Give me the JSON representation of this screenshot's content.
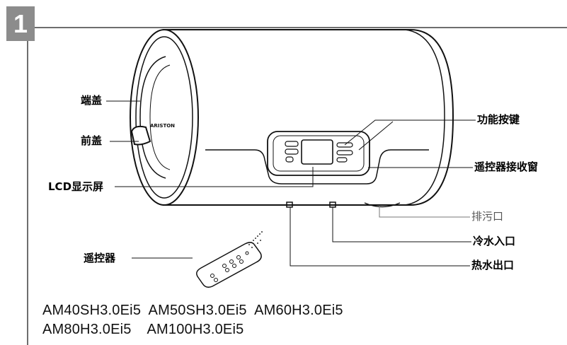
{
  "step_number": "1",
  "components": {
    "end_cap": "端盖",
    "front_cover": "前盖",
    "lcd_screen": "LCD显示屏",
    "remote": "遥控器",
    "function_keys": "功能按键",
    "remote_receiver": "遥控器接收窗",
    "drain_outlet": "排污口",
    "cold_water_inlet": "冷水入口",
    "hot_water_outlet": "热水出口"
  },
  "brand_logo": "ARISTON",
  "models": {
    "line1": "AM40SH3.0Ei5  AM50SH3.0Ei5  AM60H3.0Ei5",
    "line2": "AM80H3.0Ei5    AM100H3.0Ei5"
  }
}
